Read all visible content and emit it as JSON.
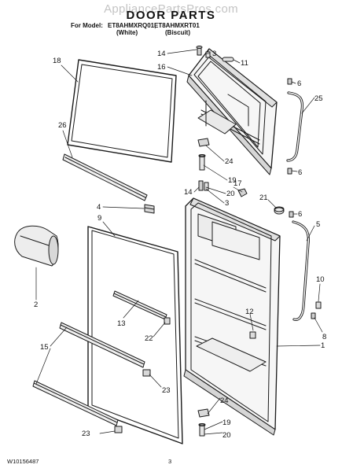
{
  "watermark": "AppliancePartsPros.com",
  "title": "DOOR PARTS",
  "model_line": {
    "prefix": "For Model:",
    "model_1": "ET8AHMXRQ01,",
    "model_2": "ET8AHMXRT01",
    "color_1": "(White)",
    "color_2": "(Biscuit)"
  },
  "footer": {
    "doc_number": "W10156487",
    "page_number": "3"
  },
  "callouts": [
    "14",
    "3",
    "11",
    "16",
    "6",
    "25",
    "18",
    "26",
    "24",
    "6",
    "19",
    "17",
    "21",
    "14",
    "20",
    "3",
    "6",
    "4",
    "9",
    "5",
    "13",
    "22",
    "12",
    "10",
    "8",
    "1",
    "2",
    "15",
    "23",
    "24",
    "19",
    "20",
    "23"
  ]
}
